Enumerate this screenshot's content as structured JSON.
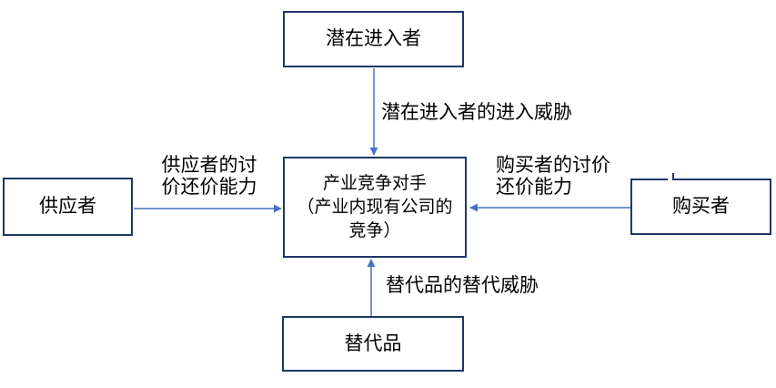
{
  "colors": {
    "box-border": "#1f3864",
    "arrow": "#4472c4",
    "text": "#000000",
    "bg": "#ffffff"
  },
  "boxes": {
    "potential_entrants": {
      "label": "潜在进入者"
    },
    "industry_rivals": {
      "label": "产业竞争对手\n（产业内现有公司的\n竞争）"
    },
    "suppliers": {
      "label": "供应者"
    },
    "buyers": {
      "label": "购买者"
    },
    "substitutes": {
      "label": "替代品"
    }
  },
  "arrows": {
    "entry_threat": {
      "label": "潜在进入者的进入威胁"
    },
    "supplier_power": {
      "label": "供应者的讨\n价还价能力"
    },
    "buyer_power": {
      "label": "购买者的讨价\n还价能力"
    },
    "substitute_threat": {
      "label": "替代品的替代威胁"
    }
  }
}
